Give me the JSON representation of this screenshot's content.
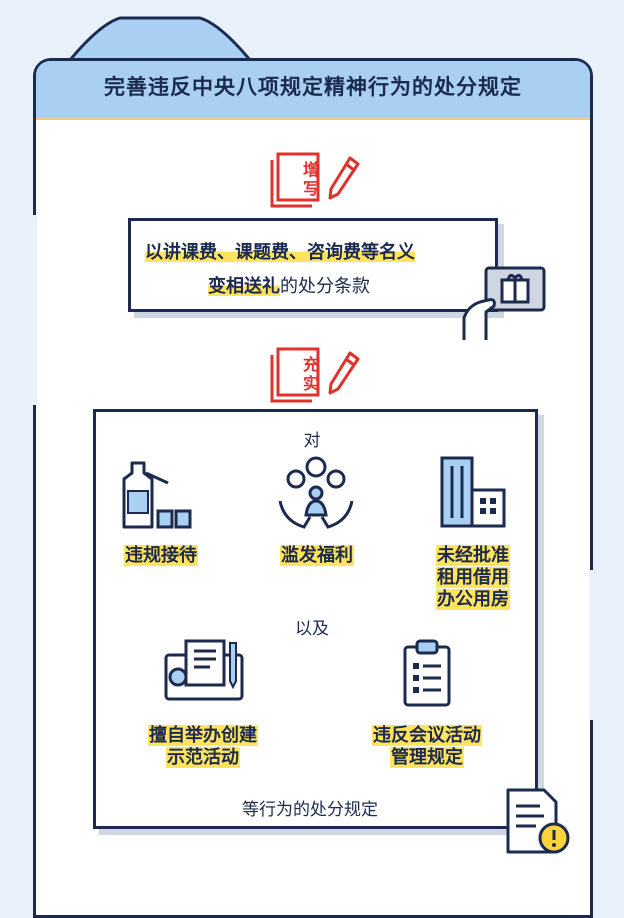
{
  "header": {
    "title": "完善违反中央八项规定精神行为的处分规定"
  },
  "section_add": {
    "tag": [
      "增",
      "写"
    ],
    "line1": "以讲课费、课题费、咨询费等名义",
    "line2_highlight": "变相送礼",
    "line2_rest": "的处分条款"
  },
  "section_fill": {
    "tag": [
      "充",
      "实"
    ],
    "intro": "对",
    "items_row1": [
      "违规接待",
      "滥发福利"
    ],
    "item3": [
      "未经批准",
      "租用借用",
      "办公用房"
    ],
    "connector": "以及",
    "item4": [
      "擅自举办创建",
      "示范活动"
    ],
    "item5": [
      "违反会议活动",
      "管理规定"
    ],
    "outro": "等行为的处分规定"
  },
  "colors": {
    "accent_red": "#e0322d",
    "navy": "#1b2a4e",
    "highlight": "#ffe45c",
    "header_blue": "#a9cff3"
  }
}
